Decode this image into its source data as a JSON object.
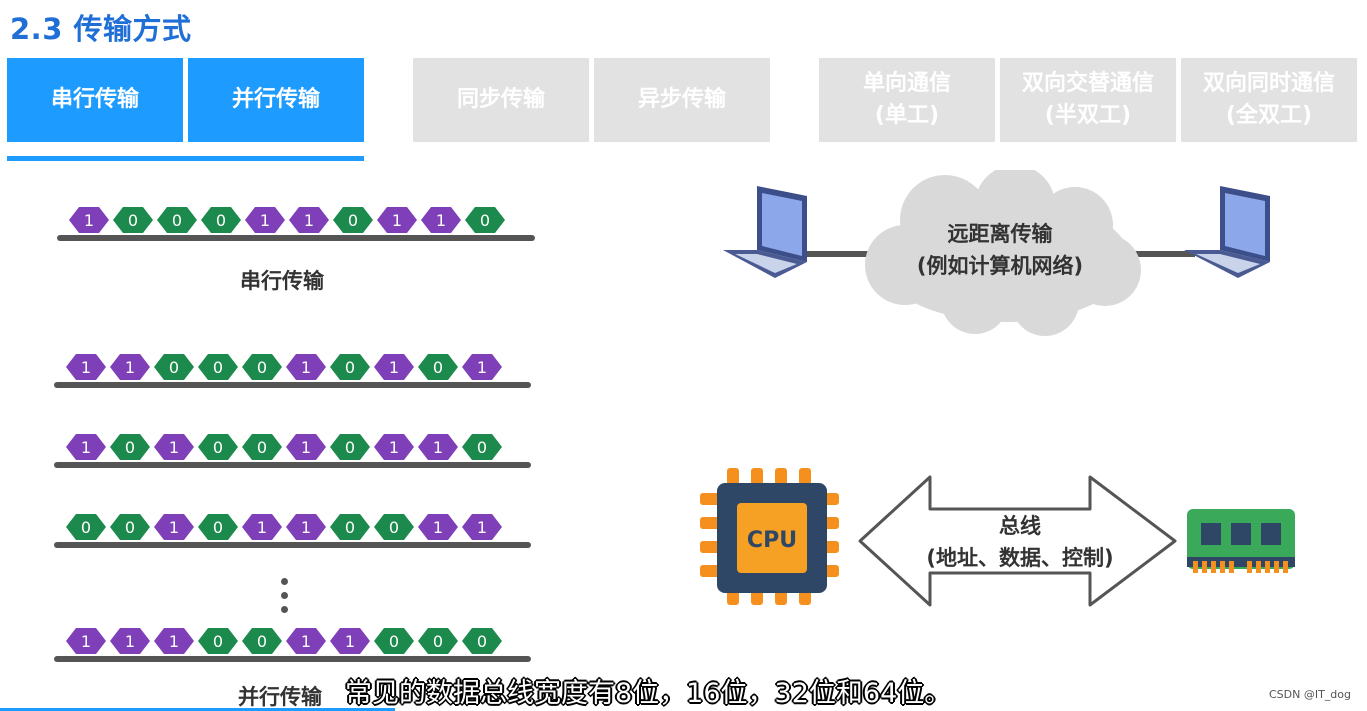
{
  "title": "2.3 传输方式",
  "tabs": [
    {
      "label": "串行传输",
      "state": "active"
    },
    {
      "label": "并行传输",
      "state": "active"
    },
    {
      "label": "同步传输",
      "state": "inactive"
    },
    {
      "label": "异步传输",
      "state": "inactive"
    },
    {
      "label": "单向通信\n(单工)",
      "state": "inactive"
    },
    {
      "label": "双向交替通信\n(半双工)",
      "state": "inactive"
    },
    {
      "label": "双向同时通信\n(全双工)",
      "state": "inactive"
    }
  ],
  "serial": {
    "bits": [
      "1",
      "0",
      "0",
      "0",
      "1",
      "1",
      "0",
      "1",
      "1",
      "0"
    ],
    "caption": "串行传输"
  },
  "parallel": {
    "rows": [
      [
        "1",
        "1",
        "0",
        "0",
        "0",
        "1",
        "0",
        "1",
        "0",
        "1"
      ],
      [
        "1",
        "0",
        "1",
        "0",
        "0",
        "1",
        "0",
        "1",
        "1",
        "0"
      ],
      [
        "0",
        "0",
        "1",
        "0",
        "1",
        "1",
        "0",
        "0",
        "1",
        "1"
      ],
      [
        "1",
        "1",
        "1",
        "0",
        "0",
        "1",
        "1",
        "0",
        "0",
        "0"
      ]
    ],
    "caption": "并行传输"
  },
  "network": {
    "cloud_label": "远距离传输\n(例如计算机网络)"
  },
  "bus": {
    "cpu_label": "CPU",
    "arrow_label": "总线\n(地址、数据、控制)"
  },
  "subtitle": "常见的数据总线宽度有8位，16位，32位和64位。",
  "watermark": "CSDN @IT_dog",
  "colors": {
    "accent": "#1e9bff",
    "title": "#1f6fd6",
    "bit_one": "#7e3fb8",
    "bit_zero": "#1c8a4c",
    "inactive_tab": "#e2e2e2"
  },
  "icons": [
    "laptop-icon",
    "cloud-icon",
    "cpu-chip-icon",
    "double-arrow-icon",
    "memory-module-icon"
  ]
}
